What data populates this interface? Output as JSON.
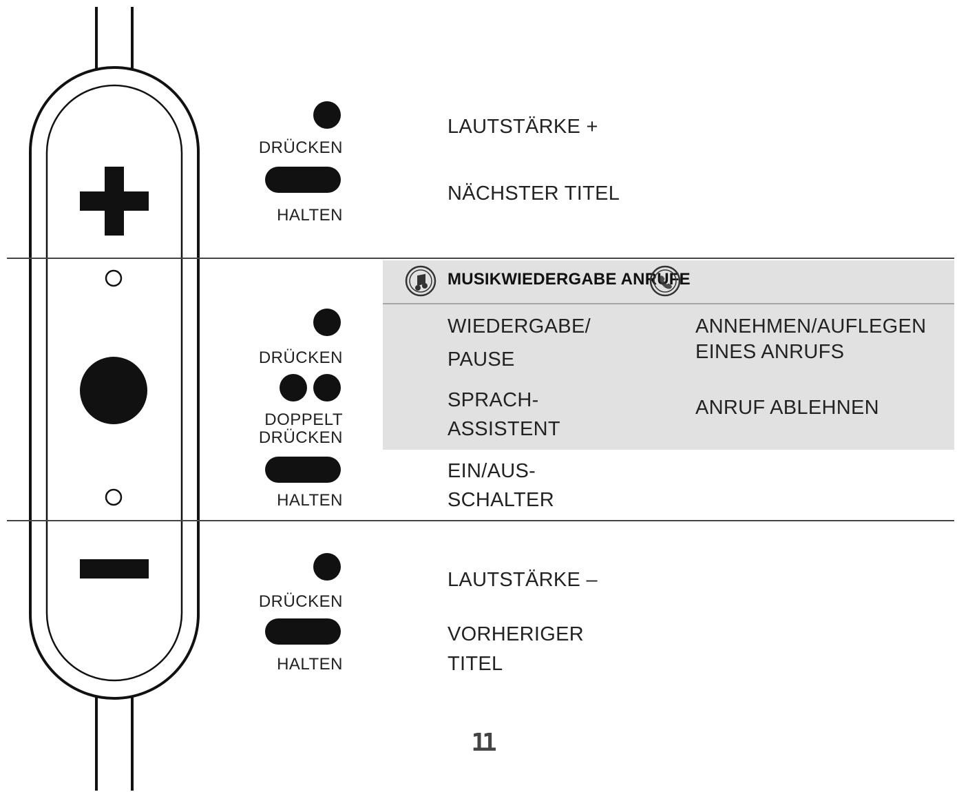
{
  "volume_up_section": {
    "press_label": "DRÜCKEN",
    "press_action": "LAUTSTÄRKE +",
    "hold_label": "HALTEN",
    "hold_action": "NÄCHSTER TITEL"
  },
  "center_section": {
    "header": {
      "music_icon": "music-note-icon",
      "phone_icon": "phone-icon",
      "text": "MUSIKWIEDERGABE ANRUFE"
    },
    "press_label": "DRÜCKEN",
    "press_music_action": [
      "WIEDERGABE/",
      "PAUSE"
    ],
    "press_call_action": [
      "ANNEHMEN/AUFLEGEN",
      "EINES ANRUFS"
    ],
    "double_press_label": [
      "DOPPELT",
      "DRÜCKEN"
    ],
    "double_press_music_action": [
      "SPRACH-",
      "ASSISTENT"
    ],
    "double_press_call_action": "ANRUF ABLEHNEN",
    "hold_label": "HALTEN",
    "hold_action": [
      "EIN/AUS-",
      "SCHALTER"
    ]
  },
  "volume_down_section": {
    "press_label": "DRÜCKEN",
    "press_action": "LAUTSTÄRKE –",
    "hold_label": "HALTEN",
    "hold_action": [
      "VORHERIGER",
      "TITEL"
    ]
  },
  "page_number": "11",
  "colors": {
    "ink": "#111111",
    "panel_gray": "#e1e1e1",
    "divider": "#444444"
  }
}
